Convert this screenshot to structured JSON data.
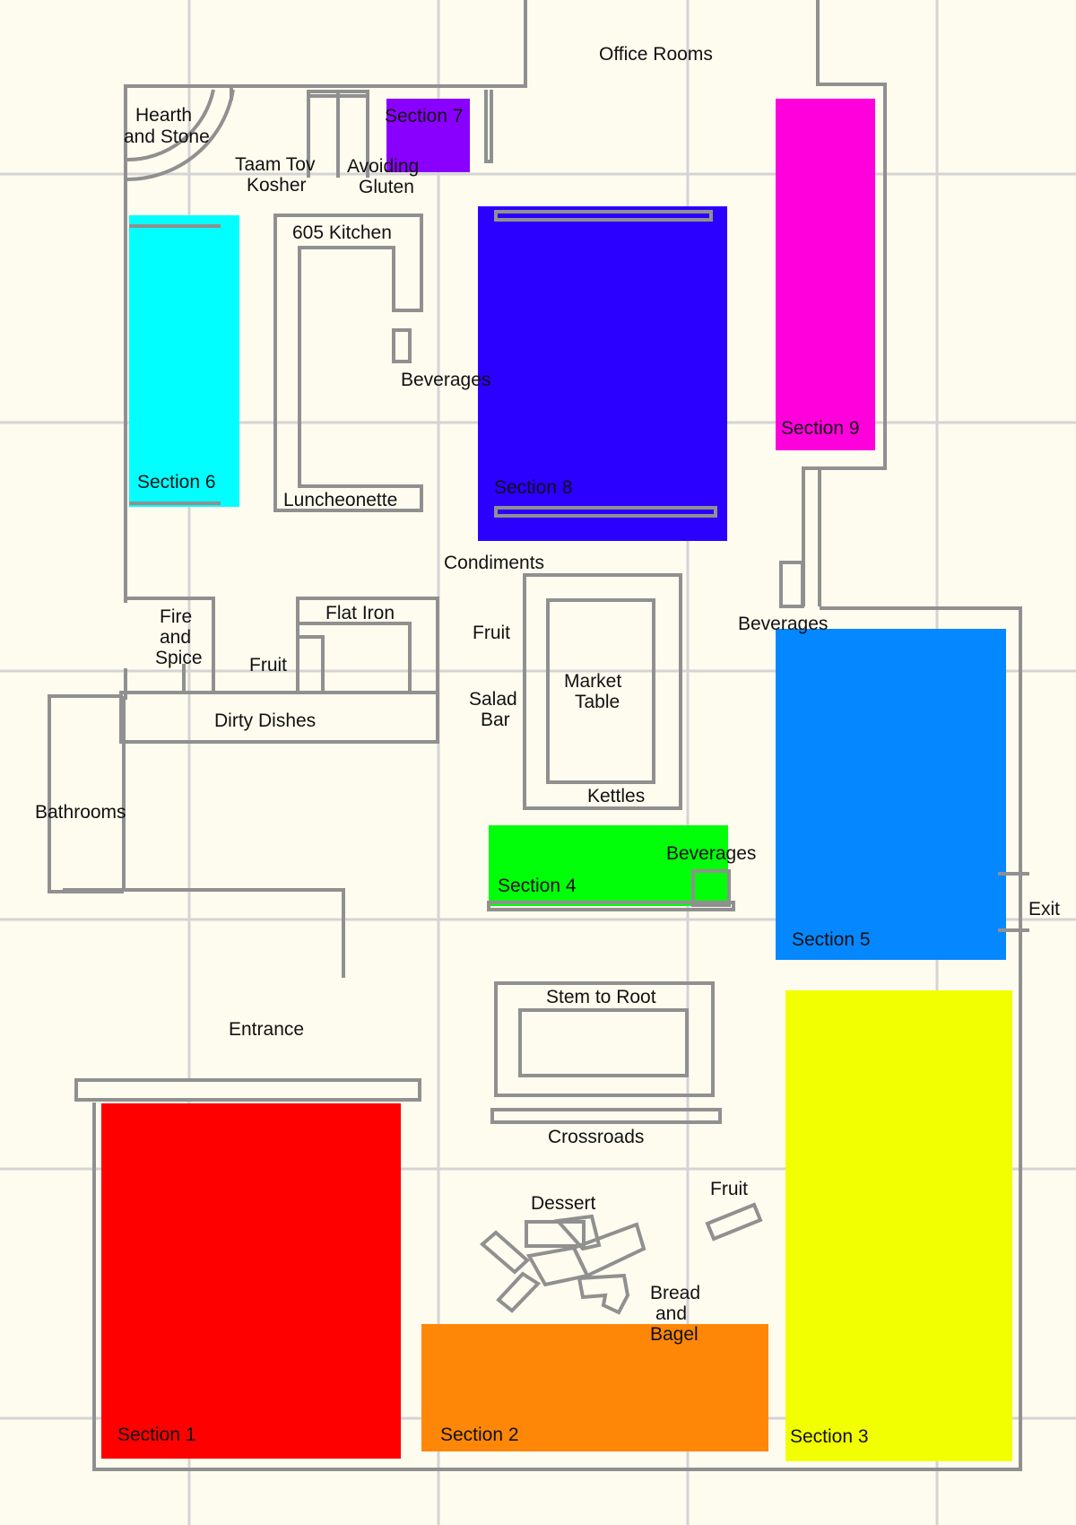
{
  "colors": {
    "background": "#fefcef",
    "grid": "#d4d4d4",
    "wall": "#909090",
    "section_1": "#ff0000",
    "section_2": "#ff8708",
    "section_3": "#f2ff00",
    "section_4": "#00ff08",
    "section_5": "#0588ff",
    "section_6": "#00ffff",
    "section_7": "#8a00ff",
    "section_8": "#2b00ff",
    "section_9": "#ff00dd"
  },
  "sections": {
    "s1": "Section 1",
    "s2": "Section 2",
    "s3": "Section 3",
    "s4": "Section 4",
    "s5": "Section 5",
    "s6": "Section 6",
    "s7": "Section 7",
    "s8": "Section 8",
    "s9": "Section 9"
  },
  "labels": {
    "office_rooms": "Office Rooms",
    "hearth_1": "Hearth",
    "hearth_2": "and Stone",
    "taam_1": "Taam Tov",
    "taam_2": "Kosher",
    "avoid_1": "Avoiding",
    "avoid_2": "Gluten",
    "kitchen_605": "605 Kitchen",
    "beverages_top": "Beverages",
    "luncheonette": "Luncheonette",
    "condiments": "Condiments",
    "fire_1": "Fire",
    "fire_2": "and",
    "fire_3": "Spice",
    "flat_iron": "Flat Iron",
    "fruit_left": "Fruit",
    "fruit_mid": "Fruit",
    "salad_1": "Salad",
    "salad_2": "Bar",
    "market_1": "Market",
    "market_2": "Table",
    "kettles": "Kettles",
    "beverages_right": "Beverages",
    "dirty_dishes": "Dirty Dishes",
    "bathrooms": "Bathrooms",
    "beverages_green": "Beverages",
    "exit": "Exit",
    "entrance": "Entrance",
    "stem_to_root": "Stem to Root",
    "crossroads": "Crossroads",
    "dessert": "Dessert",
    "fruit_bottom": "Fruit",
    "bread_1": "Bread",
    "bread_2": "and",
    "bread_3": "Bagel"
  }
}
